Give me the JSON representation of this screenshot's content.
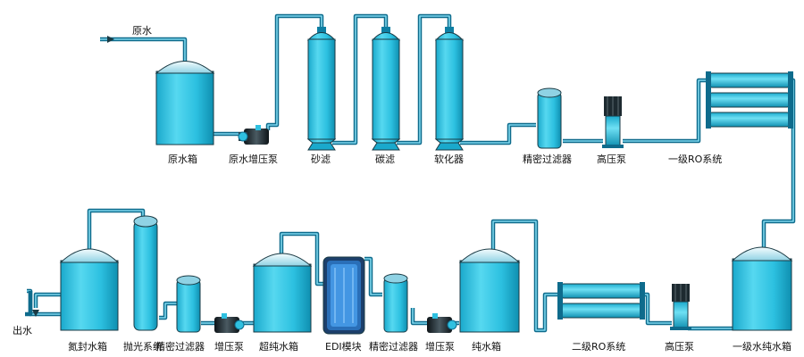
{
  "labels": {
    "raw_water_in": "原水",
    "raw_water_tank": "原水箱",
    "raw_booster_pump": "原水增压泵",
    "sand_filter": "砂滤",
    "carbon_filter": "碳滤",
    "softener": "软化器",
    "precision_filter_1": "精密过滤器",
    "high_pressure_pump_1": "高压泵",
    "ro_stage_1": "一级RO系统",
    "ro1_pure_tank": "一级水纯水箱",
    "high_pressure_pump_2": "高压泵",
    "ro_stage_2": "二级RO系统",
    "pure_water_tank": "纯水箱",
    "booster_pump_2": "增压泵",
    "precision_filter_2": "精密过滤器",
    "edi_module": "EDI模块",
    "ultrapure_tank": "超纯水箱",
    "booster_pump_3": "增压泵",
    "precision_filter_3": "精密过滤器",
    "polishing_system": "抛光系统",
    "nitrogen_sealed_tank": "氮封水箱",
    "water_out": "出水"
  },
  "colors": {
    "pipe": "#0e6b8c",
    "pipe_highlight": "#7fd7ee",
    "tank_body": "#33c8e6",
    "tank_shade": "#0f8fb0",
    "dome_light": "#e6f7fb",
    "dome_dark": "#8fd2e4",
    "pump_dark": "#1d2a30"
  }
}
